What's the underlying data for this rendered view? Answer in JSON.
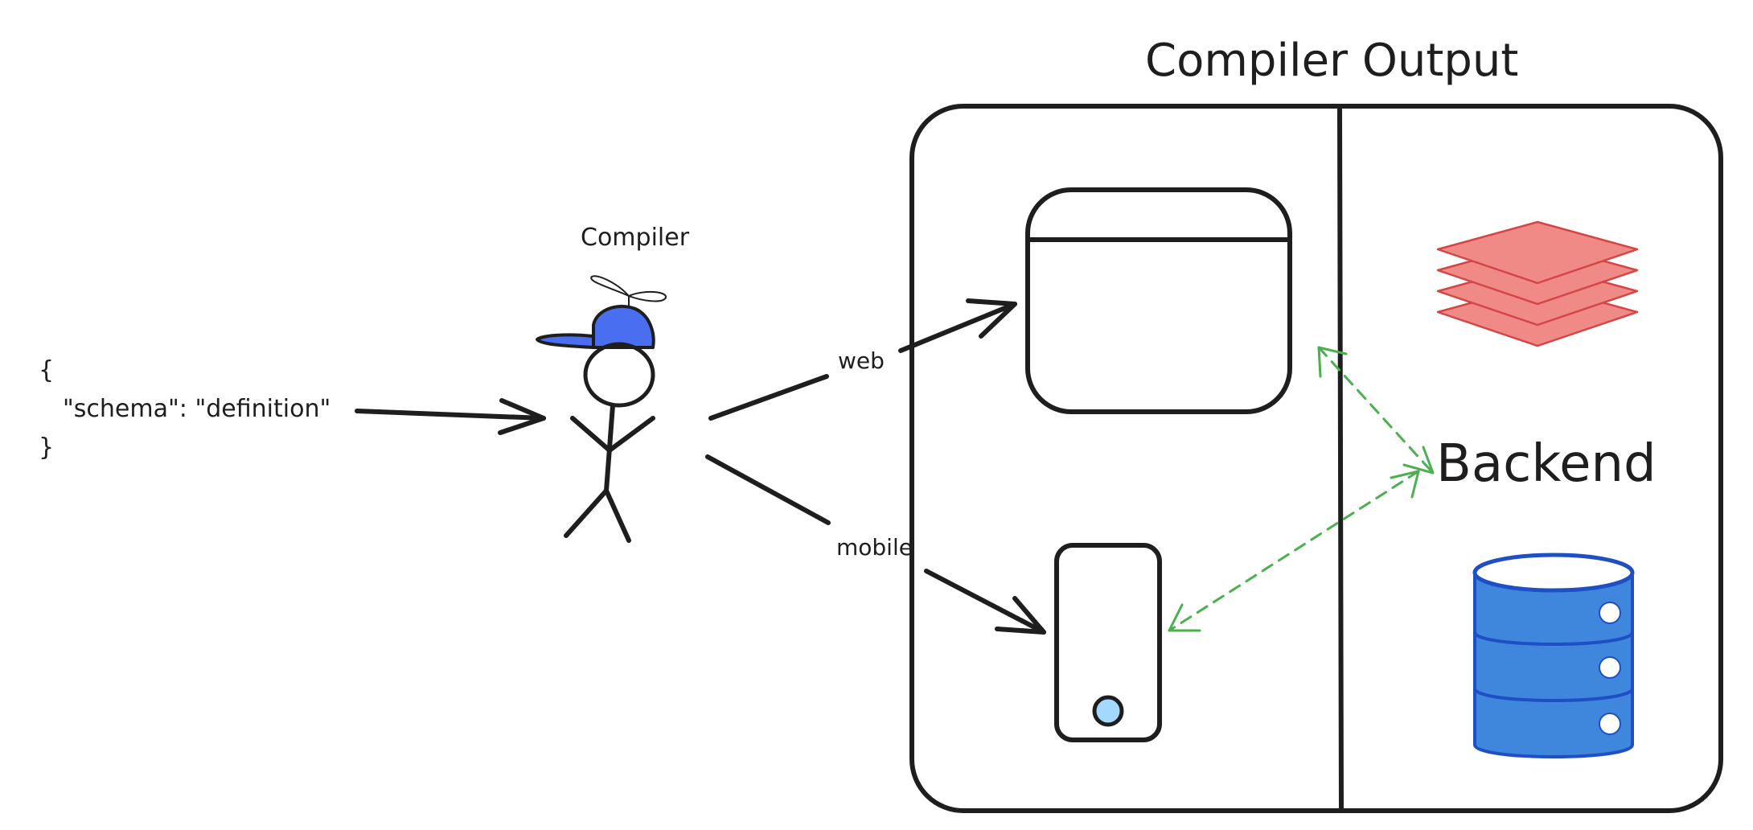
{
  "input": {
    "line1": "{",
    "line2": "\"schema\": \"definition\"",
    "line3": "}"
  },
  "compiler": {
    "label": "Compiler"
  },
  "arrows": {
    "web_label": "web",
    "mobile_label": "mobile"
  },
  "output": {
    "title": "Compiler Output",
    "backend_label": "Backend"
  },
  "colors": {
    "cap_blue": "#4a6ef0",
    "layers_red": "#f08a86",
    "layers_red_stroke": "#d64545",
    "db_blue": "#3f86dd",
    "db_blue_stroke": "#1f4fc4",
    "phone_button": "#a5d8ff",
    "dashed_green": "#4caf50"
  }
}
